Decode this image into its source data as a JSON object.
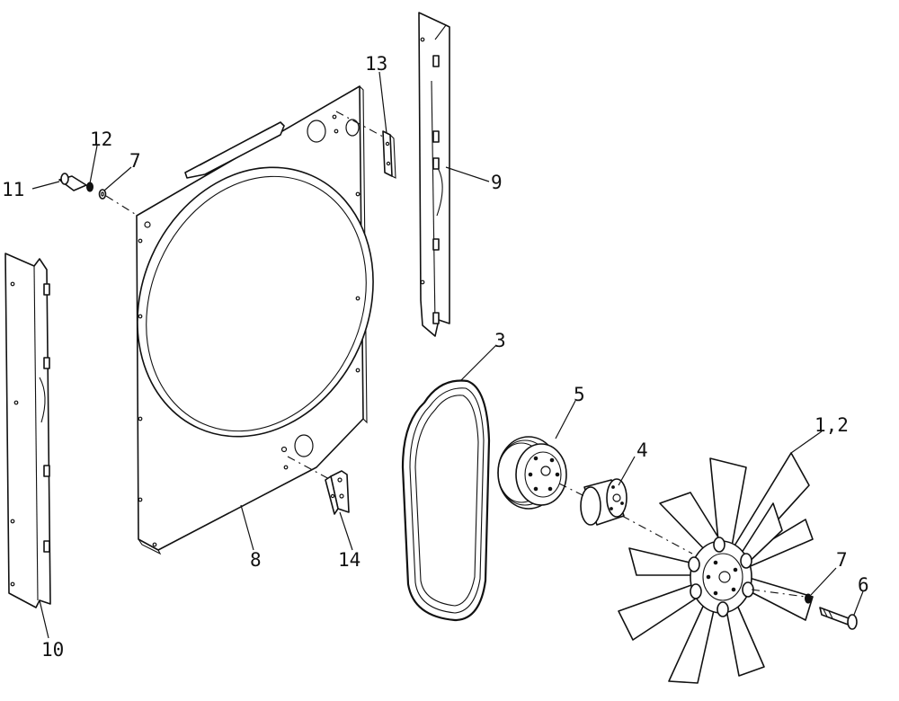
{
  "callouts": {
    "c1_2": "1,2",
    "c3": "3",
    "c4": "4",
    "c5": "5",
    "c6": "6",
    "c7_top": "7",
    "c7_bottom": "7",
    "c8": "8",
    "c9": "9",
    "c10": "10",
    "c11": "11",
    "c12": "12",
    "c13": "13",
    "c14": "14"
  },
  "colors": {
    "line": "#111111",
    "background": "#ffffff"
  }
}
